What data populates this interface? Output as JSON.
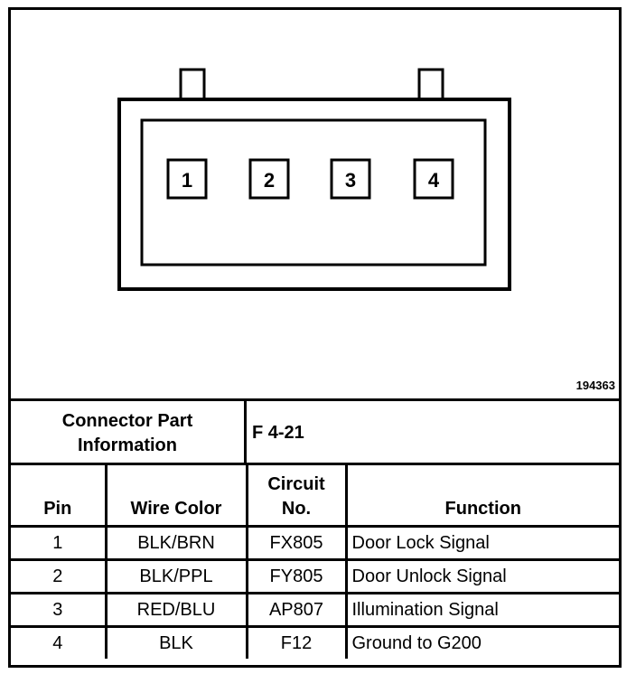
{
  "diagram": {
    "pins": [
      "1",
      "2",
      "3",
      "4"
    ],
    "reference_number": "194363"
  },
  "connector_info": {
    "label": "Connector Part Information",
    "value": "F 4-21"
  },
  "pin_table": {
    "headers": [
      "Pin",
      "Wire Color",
      "Circuit No.",
      "Function"
    ],
    "rows": [
      {
        "pin": "1",
        "wire_color": "BLK/BRN",
        "circuit": "FX805",
        "function": "Door Lock Signal"
      },
      {
        "pin": "2",
        "wire_color": "BLK/PPL",
        "circuit": "FY805",
        "function": "Door Unlock Signal"
      },
      {
        "pin": "3",
        "wire_color": "RED/BLU",
        "circuit": "AP807",
        "function": "Illumination Signal"
      },
      {
        "pin": "4",
        "wire_color": "BLK",
        "circuit": "F12",
        "function": "Ground to G200"
      }
    ]
  }
}
